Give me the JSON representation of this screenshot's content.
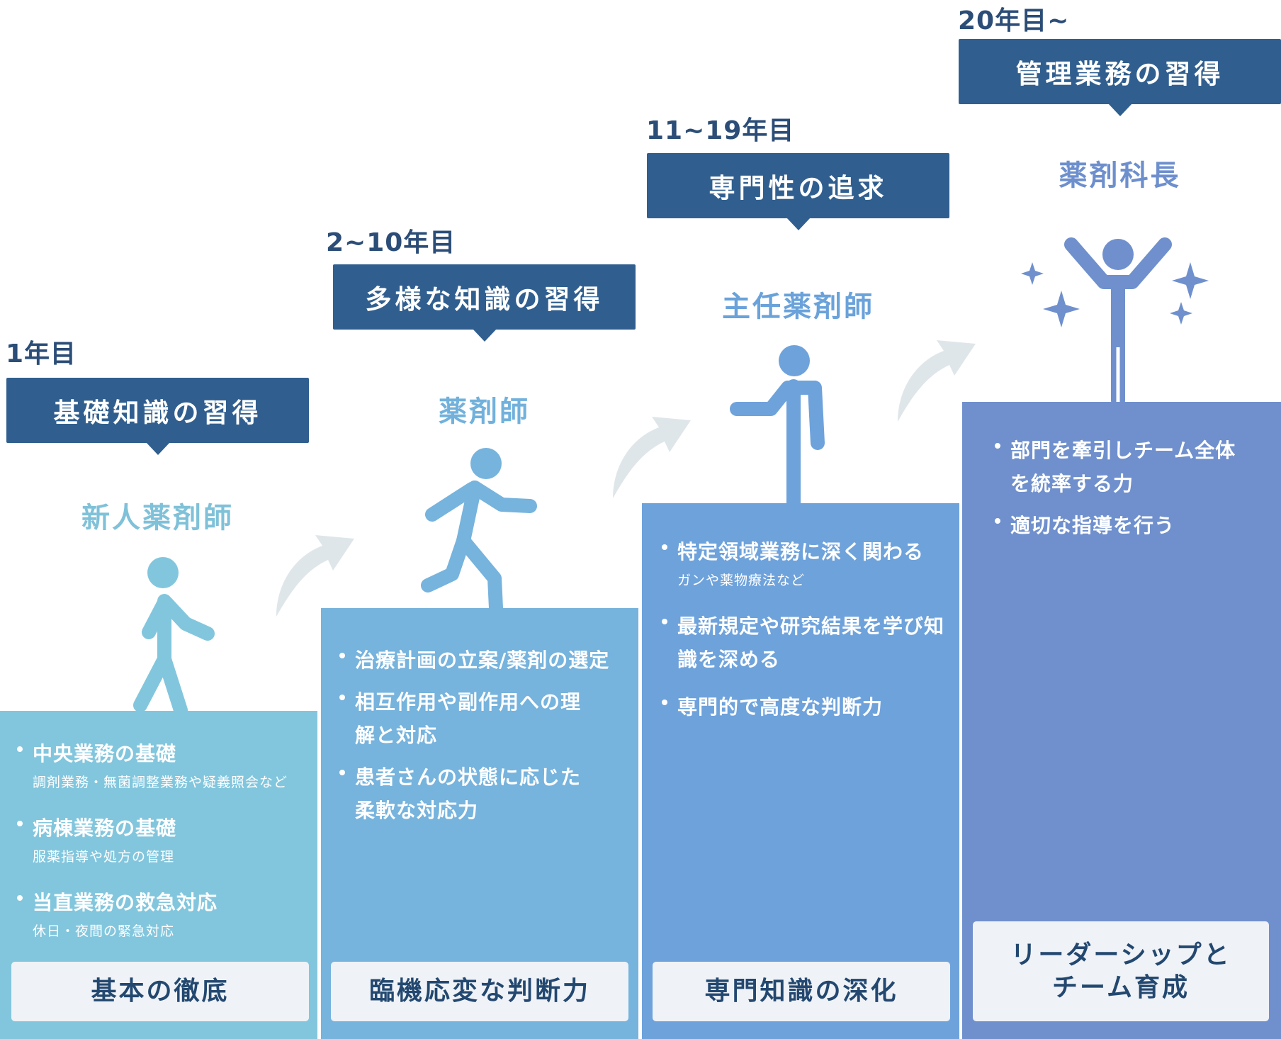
{
  "stages": [
    {
      "year": "1年目",
      "banner": "基礎知識の習得",
      "role": "新人薬剤師",
      "items": [
        {
          "main": "中央業務の基礎",
          "sub": "調剤業務・無菌調整業務や疑義照会など"
        },
        {
          "main": "病棟業務の基礎",
          "sub": "服薬指導や処方の管理"
        },
        {
          "main": "当直業務の救急対応",
          "sub": "休日・夜間の緊急対応"
        }
      ],
      "footer": [
        "基本の徹底"
      ],
      "color": "#82c6dd",
      "role_color": "#7fc1d8",
      "figure": "walking-person-icon"
    },
    {
      "year": "2~10年目",
      "banner": "多様な知識の習得",
      "role": "薬剤師",
      "items": [
        {
          "main": "治療計画の立案/薬剤の選定"
        },
        {
          "main": "相互作用や副作用への理解と対応"
        },
        {
          "main": "患者さんの状態に応じた柔軟な対応力"
        }
      ],
      "footer": [
        "臨機応変な判断力"
      ],
      "color": "#76b3dd",
      "role_color": "#71b1dc",
      "figure": "running-person-icon"
    },
    {
      "year": "11~19年目",
      "banner": "専門性の追求",
      "role": "主任薬剤師",
      "items": [
        {
          "main": "特定領域業務に深く関わる",
          "sub": "ガンや薬物療法など"
        },
        {
          "main": "最新規定や研究結果を学び知識を深める"
        },
        {
          "main": "専門的で高度な判断力"
        }
      ],
      "footer": [
        "専門知識の深化"
      ],
      "color": "#6ea2db",
      "role_color": "#6aa2da",
      "figure": "pointing-person-icon"
    },
    {
      "year": "20年目~",
      "banner": "管理業務の習得",
      "role": "薬剤科長",
      "items": [
        {
          "main": "部門を牽引しチーム全体を統率する力"
        },
        {
          "main": "適切な指導を行う"
        }
      ],
      "footer": [
        "リーダーシップと",
        "チーム育成"
      ],
      "color": "#6f90cd",
      "role_color": "#6d8fcd",
      "figure": "celebrating-person-icon"
    }
  ],
  "colors": {
    "banner": "#305f8f",
    "arrow": "#dfe6ea",
    "footer_bg": "#eff2f6"
  }
}
